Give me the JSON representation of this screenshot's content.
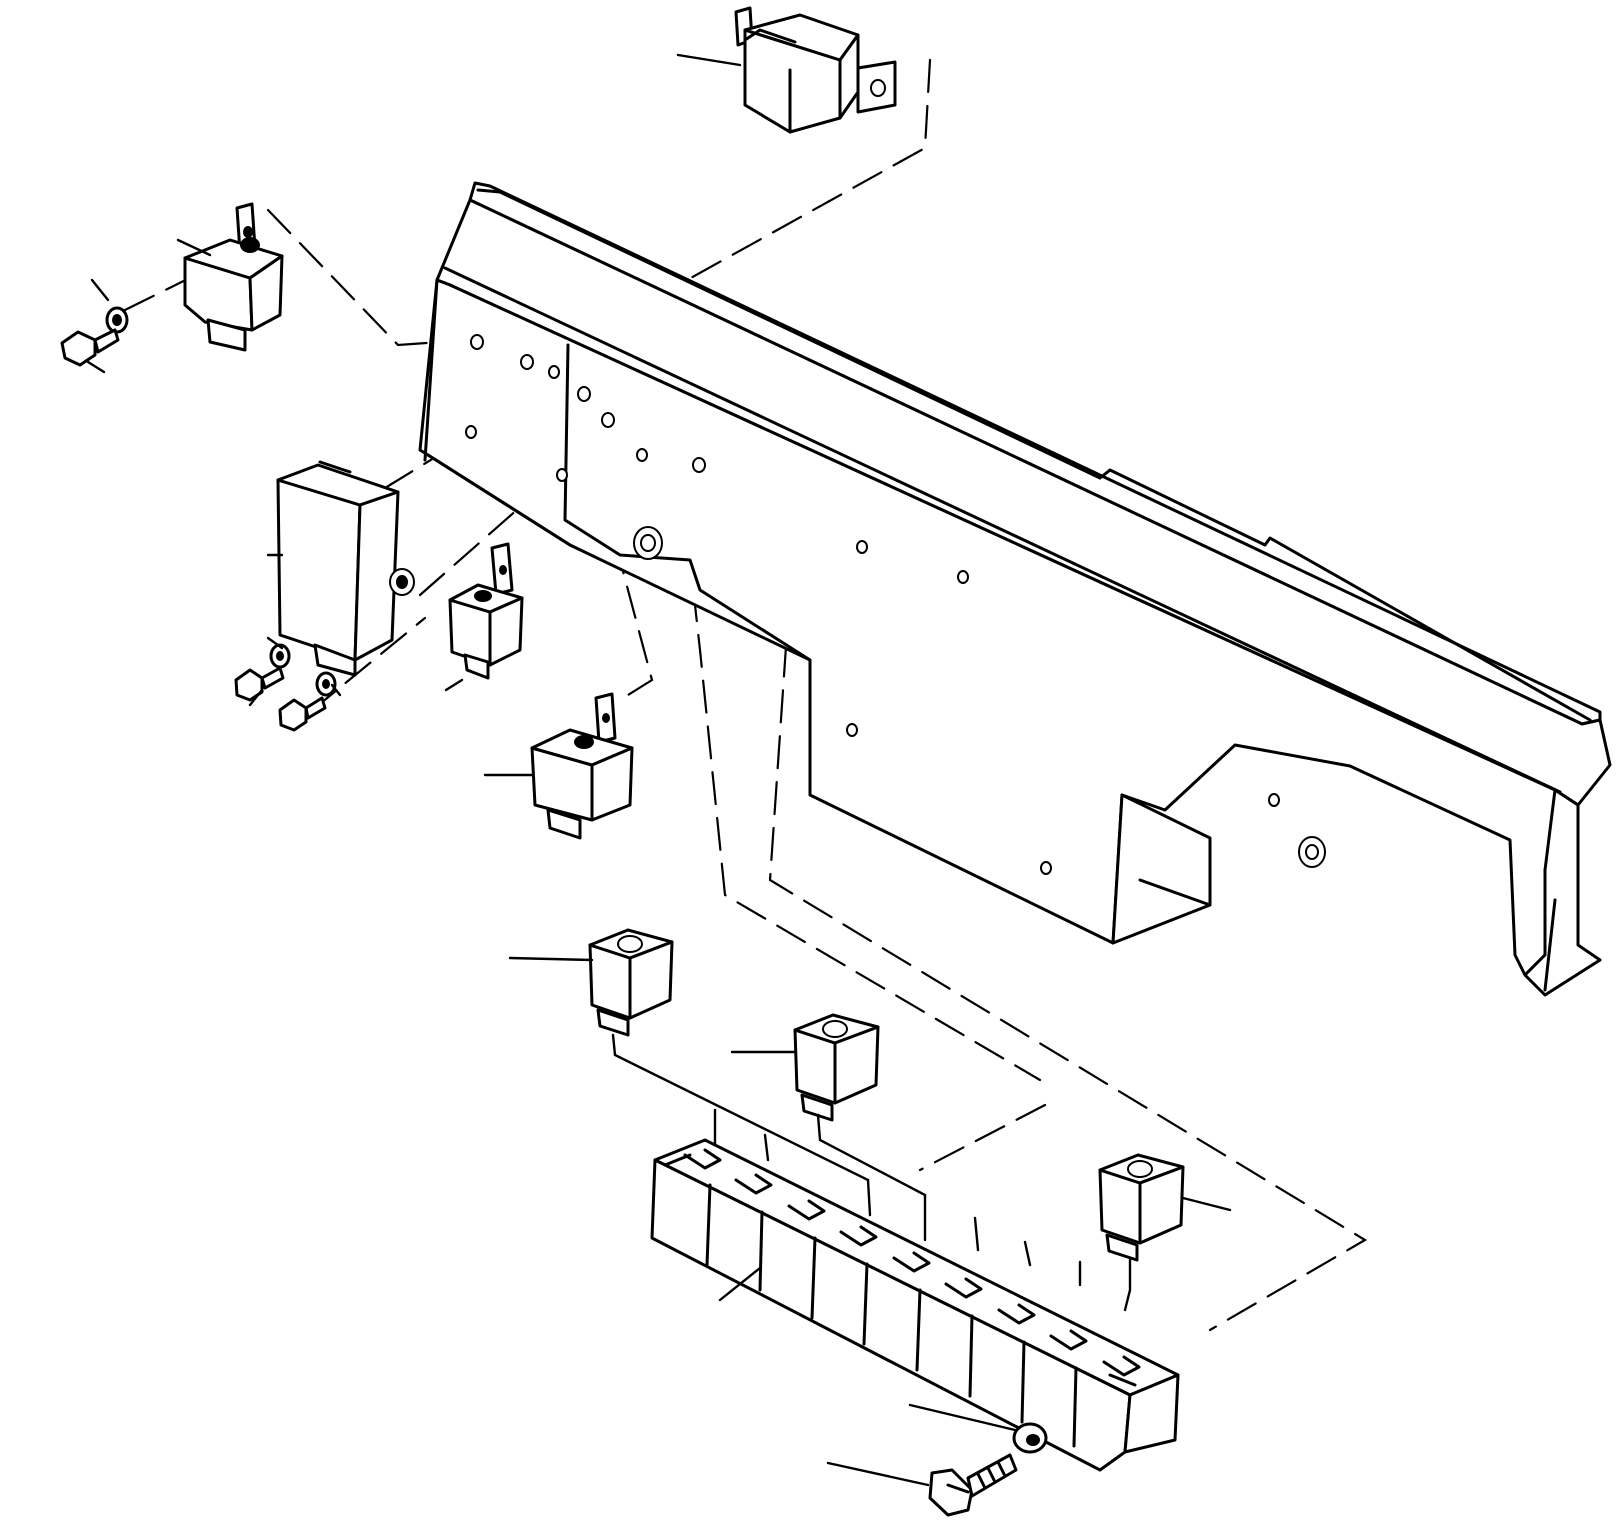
{
  "diagram": {
    "kind": "exploded-parts-view",
    "components": {
      "panel": "mounting-bracket",
      "relays": 6,
      "cubes": 3,
      "fuse_block_slots": 9,
      "bolts": 4
    },
    "colors": {
      "line": "#000000",
      "background": "#ffffff"
    }
  }
}
